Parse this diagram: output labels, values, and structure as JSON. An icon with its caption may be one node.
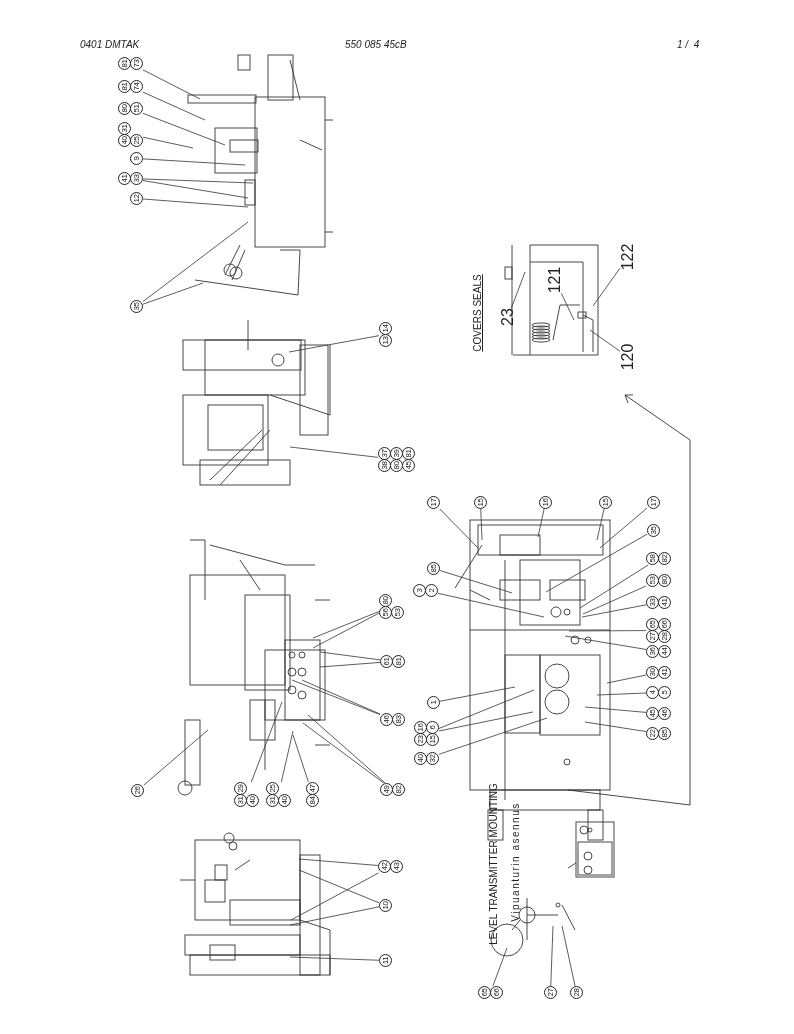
{
  "diagram": {
    "nodes": [
      {
        "text": [
          "81",
          "73"
        ]
      },
      {
        "text": [
          "81",
          "74"
        ]
      },
      {
        "text": [
          "80",
          "51"
        ]
      },
      {
        "text": [
          "40",
          "31",
          "25"
        ]
      },
      {
        "text": [
          "9"
        ]
      },
      {
        "text": [
          "41",
          "33"
        ]
      },
      {
        "text": [
          "12"
        ]
      },
      {
        "text": [
          "35"
        ]
      },
      {
        "text": [
          "13",
          "14"
        ]
      },
      {
        "text": [
          "38",
          "37",
          "80",
          "39",
          "45",
          "81"
        ]
      },
      {
        "text": [
          "56",
          "80",
          "53"
        ]
      },
      {
        "text": [
          "61",
          "81"
        ]
      },
      {
        "text": [
          "46",
          "83"
        ]
      },
      {
        "text": [
          "49",
          "82"
        ]
      },
      {
        "text": [
          "84",
          "47"
        ]
      },
      {
        "text": [
          "31",
          "25",
          "40"
        ]
      },
      {
        "text": [
          "31",
          "29",
          "40"
        ]
      },
      {
        "text": [
          "26"
        ]
      },
      {
        "text": [
          "42",
          "43"
        ]
      },
      {
        "text": [
          "10"
        ]
      },
      {
        "text": [
          "11"
        ]
      },
      {
        "text": [
          "65",
          "66"
        ]
      },
      {
        "text": [
          "27"
        ]
      },
      {
        "text": [
          "28"
        ]
      },
      {
        "text": [
          "17"
        ]
      },
      {
        "text": [
          "15"
        ]
      },
      {
        "text": [
          "16"
        ]
      },
      {
        "text": [
          "15"
        ]
      },
      {
        "text": [
          "17"
        ]
      },
      {
        "text": [
          "35"
        ]
      },
      {
        "text": [
          "58",
          "82"
        ]
      },
      {
        "text": [
          "53",
          "80"
        ]
      },
      {
        "text": [
          "33",
          "41"
        ]
      },
      {
        "text": [
          "27",
          "65",
          "28",
          "66"
        ]
      },
      {
        "text": [
          "36",
          "44"
        ]
      },
      {
        "text": [
          "30",
          "41"
        ]
      },
      {
        "text": [
          "4",
          "5"
        ]
      },
      {
        "text": [
          "45",
          "46"
        ]
      },
      {
        "text": [
          "22",
          "85"
        ]
      },
      {
        "text": [
          "85"
        ]
      },
      {
        "text": [
          "3",
          "2"
        ]
      },
      {
        "text": [
          "1"
        ]
      },
      {
        "text": [
          "23",
          "16",
          "15",
          "6"
        ]
      },
      {
        "text": [
          "40",
          "32"
        ]
      },
      {
        "text": [
          "23"
        ]
      },
      {
        "text": [
          "121"
        ]
      },
      {
        "text": [
          "120"
        ]
      },
      {
        "text": [
          "122"
        ]
      }
    ],
    "edges": [
      {
        "from": 0,
        "to": null,
        "arrow": "none"
      },
      {
        "from": 1,
        "to": null,
        "arrow": "none"
      },
      {
        "from": 2,
        "to": null,
        "arrow": "none"
      },
      {
        "from": 3,
        "to": null,
        "arrow": "none"
      },
      {
        "from": 4,
        "to": null,
        "arrow": "none"
      },
      {
        "from": 5,
        "to": null,
        "arrow": "none"
      },
      {
        "from": 5,
        "to": null,
        "arrow": "none"
      },
      {
        "from": 6,
        "to": null,
        "arrow": "none"
      },
      {
        "from": 7,
        "to": null,
        "arrow": "none"
      },
      {
        "from": 7,
        "to": null,
        "arrow": "none"
      },
      {
        "from": 8,
        "to": null,
        "arrow": "none"
      },
      {
        "from": 9,
        "to": null,
        "arrow": "none"
      },
      {
        "from": 10,
        "to": null,
        "arrow": "none"
      },
      {
        "from": 10,
        "to": null,
        "arrow": "none"
      },
      {
        "from": 11,
        "to": null,
        "arrow": "none"
      },
      {
        "from": 11,
        "to": null,
        "arrow": "none"
      },
      {
        "from": 12,
        "to": null,
        "arrow": "none"
      },
      {
        "from": 12,
        "to": null,
        "arrow": "none"
      },
      {
        "from": 13,
        "to": null,
        "arrow": "none"
      },
      {
        "from": 13,
        "to": null,
        "arrow": "none"
      },
      {
        "from": 14,
        "to": null,
        "arrow": "none"
      },
      {
        "from": 15,
        "to": null,
        "arrow": "none"
      },
      {
        "from": 16,
        "to": null,
        "arrow": "none"
      },
      {
        "from": 17,
        "to": null,
        "arrow": "none"
      },
      {
        "from": 18,
        "to": null,
        "arrow": "none"
      },
      {
        "from": 18,
        "to": null,
        "arrow": "none"
      },
      {
        "from": 19,
        "to": null,
        "arrow": "none"
      },
      {
        "from": 19,
        "to": null,
        "arrow": "none"
      },
      {
        "from": 20,
        "to": null,
        "arrow": "none"
      },
      {
        "from": 21,
        "to": null,
        "arrow": "none"
      },
      {
        "from": 22,
        "to": null,
        "arrow": "none"
      },
      {
        "from": 23,
        "to": null,
        "arrow": "none"
      },
      {
        "from": 24,
        "to": null,
        "arrow": "none"
      },
      {
        "from": 25,
        "to": null,
        "arrow": "none"
      },
      {
        "from": 26,
        "to": null,
        "arrow": "none"
      },
      {
        "from": 27,
        "to": null,
        "arrow": "none"
      },
      {
        "from": 28,
        "to": null,
        "arrow": "none"
      },
      {
        "from": 29,
        "to": null,
        "arrow": "none"
      },
      {
        "from": 30,
        "to": null,
        "arrow": "none"
      },
      {
        "from": 31,
        "to": null,
        "arrow": "none"
      },
      {
        "from": 32,
        "to": null,
        "arrow": "none"
      },
      {
        "from": 33,
        "to": null,
        "arrow": "none"
      },
      {
        "from": 34,
        "to": null,
        "arrow": "none"
      },
      {
        "from": 35,
        "to": null,
        "arrow": "none"
      },
      {
        "from": 36,
        "to": null,
        "arrow": "none"
      },
      {
        "from": 37,
        "to": null,
        "arrow": "none"
      },
      {
        "from": 38,
        "to": null,
        "arrow": "none"
      },
      {
        "from": 39,
        "to": null,
        "arrow": "none"
      },
      {
        "from": 40,
        "to": null,
        "arrow": "none"
      },
      {
        "from": 41,
        "to": null,
        "arrow": "none"
      },
      {
        "from": 42,
        "to": null,
        "arrow": "none"
      },
      {
        "from": 42,
        "to": null,
        "arrow": "none"
      },
      {
        "from": 43,
        "to": null,
        "arrow": "none"
      },
      {
        "from": 44,
        "to": null,
        "arrow": "none"
      },
      {
        "from": 45,
        "to": null,
        "arrow": "none"
      },
      {
        "from": 46,
        "to": null,
        "arrow": "none"
      },
      {
        "from": 47,
        "to": null,
        "arrow": "none"
      }
    ],
    "labels": [
      "0401 DMTAK",
      "550 085 45cB",
      "1 /  4",
      "COVERS SEALS",
      "LEVEL TRANSMITTER MOUNTING",
      "Vipuanturin asennus"
    ]
  }
}
